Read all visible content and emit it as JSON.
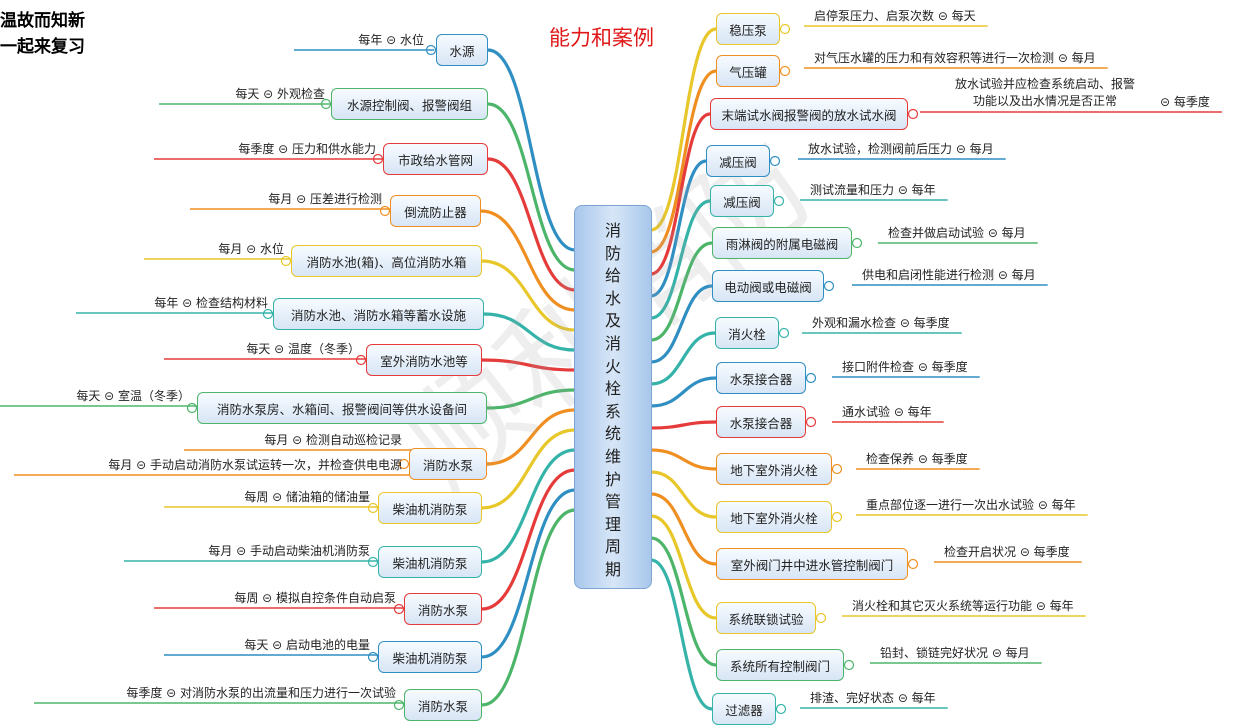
{
  "header": {
    "line1": "温故而知新",
    "line2": "一起来复习",
    "cases": "能力和案例"
  },
  "watermark": "顺利消防",
  "center": [
    "消",
    "防",
    "给",
    "水",
    "及",
    "消",
    "火",
    "栓",
    "系",
    "统",
    "维",
    "护",
    "管",
    "理",
    "周",
    "期"
  ],
  "left_branches": [
    {
      "label": "水源",
      "detail": "每年 ⊝ 水位",
      "color": "#2f8ec2"
    },
    {
      "label": "水源控制阀、报警阀组",
      "detail": "每天 ⊝ 外观检查",
      "color": "#4cb56a"
    },
    {
      "label": "市政给水管网",
      "detail": "每季度 ⊝ 压力和供水能力",
      "color": "#e53b3b"
    },
    {
      "label": "倒流防止器",
      "detail": "每月 ⊝ 压差进行检测",
      "color": "#f08f21"
    },
    {
      "label": "消防水池(箱)、高位消防水箱",
      "detail": "每月 ⊝ 水位",
      "color": "#e8c72a"
    },
    {
      "label": "消防水池、消防水箱等蓄水设施",
      "detail": "每年 ⊝ 检查结构材料",
      "color": "#35b3a9"
    },
    {
      "label": "室外消防水池等",
      "detail": "每天 ⊝ 温度（冬季）",
      "color": "#e53b3b"
    },
    {
      "label": "消防水泵房、水箱间、报警阀间等供水设备间",
      "detail": "每天 ⊝ 室温（冬季）",
      "color": "#4cb56a"
    },
    {
      "label": "消防水泵",
      "detail": "每月 ⊝ 检测自动巡检记录",
      "detail2": "每月 ⊝ 手动启动消防水泵试运转一次，并检查供电电源",
      "color": "#f08f21"
    },
    {
      "label": "柴油机消防泵",
      "detail": "每周 ⊝ 储油箱的储油量",
      "color": "#e8c72a"
    },
    {
      "label": "柴油机消防泵",
      "detail": "每月 ⊝ 手动启动柴油机消防泵",
      "color": "#35b3a9"
    },
    {
      "label": "消防水泵",
      "detail": "每周 ⊝ 模拟自控条件自动启泵",
      "color": "#e53b3b"
    },
    {
      "label": "柴油机消防泵",
      "detail": "每天 ⊝ 启动电池的电量",
      "color": "#2f8ec2"
    },
    {
      "label": "消防水泵",
      "detail": "每季度 ⊝ 对消防水泵的出流量和压力进行一次试验",
      "color": "#4cb56a"
    }
  ],
  "right_branches": [
    {
      "label": "稳压泵",
      "detail": "启停泵压力、启泵次数 ⊝ 每天",
      "color": "#e8c72a"
    },
    {
      "label": "气压罐",
      "detail": "对气压水罐的压力和有效容积等进行一次检测 ⊝ 每月",
      "color": "#f08f21"
    },
    {
      "label": "末端试水阀报警阀的放水试水阀",
      "detail_line1": "放水试验并应检查系统启动、报警",
      "detail_line2": "功能以及出水情况是否正常",
      "detail_freq": "⊝ 每季度",
      "color": "#e53b3b"
    },
    {
      "label": "减压阀",
      "detail": "放水试验，检测阀前后压力 ⊝ 每月",
      "color": "#2f8ec2"
    },
    {
      "label": "减压阀",
      "detail": "测试流量和压力 ⊝ 每年",
      "color": "#35b3a9"
    },
    {
      "label": "雨淋阀的附属电磁阀",
      "detail": "检查并做启动试验 ⊝ 每月",
      "color": "#4cb56a"
    },
    {
      "label": "电动阀或电磁阀",
      "detail": "供电和启闭性能进行检测 ⊝ 每月",
      "color": "#2f8ec2"
    },
    {
      "label": "消火栓",
      "detail": "外观和漏水检查 ⊝ 每季度",
      "color": "#35b3a9"
    },
    {
      "label": "水泵接合器",
      "detail": "接口附件检查 ⊝ 每季度",
      "color": "#2f8ec2"
    },
    {
      "label": "水泵接合器",
      "detail": "通水试验 ⊝ 每年",
      "color": "#e53b3b"
    },
    {
      "label": "地下室外消火栓",
      "detail": "检查保养 ⊝ 每季度",
      "color": "#f08f21"
    },
    {
      "label": "地下室外消火栓",
      "detail": "重点部位逐一进行一次出水试验 ⊝ 每年",
      "color": "#e8c72a"
    },
    {
      "label": "室外阀门井中进水管控制阀门",
      "detail": "检查开启状况 ⊝ 每季度",
      "color": "#f08f21"
    },
    {
      "label": "系统联锁试验",
      "detail": "消火栓和其它灭火系统等运行功能 ⊝ 每年",
      "color": "#e8c72a"
    },
    {
      "label": "系统所有控制阀门",
      "detail": "铅封、锁链完好状况 ⊝ 每月",
      "color": "#4cb56a"
    },
    {
      "label": "过滤器",
      "detail": "排渣、完好状态 ⊝ 每年",
      "color": "#35b3a9"
    }
  ]
}
